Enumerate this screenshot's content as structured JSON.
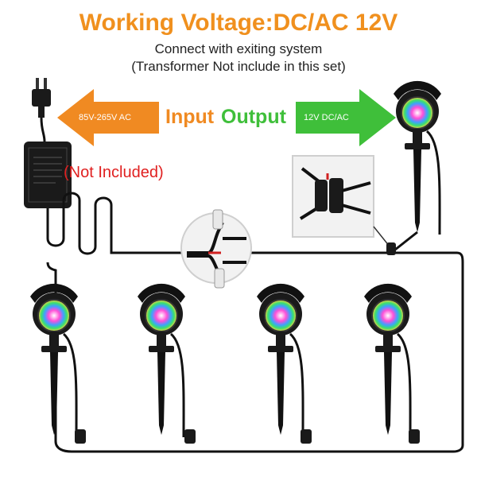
{
  "header": {
    "title": "Working Voltage:DC/AC 12V",
    "subtitle_line1": "Connect with exiting system",
    "subtitle_line2": "(Transformer Not include in this set)"
  },
  "input": {
    "arrow_text": "85V-265V AC",
    "label": "Input"
  },
  "output": {
    "arrow_text": "12V DC/AC",
    "label": "Output"
  },
  "transformer": {
    "note": "(Not Included)"
  },
  "colors": {
    "title": "#f0901e",
    "input": "#f08a22",
    "output": "#3fbf3a",
    "note": "#e02020",
    "cable": "#111111",
    "light_body": "#1a1a1a"
  },
  "icons": {
    "plug": "power-plug-icon",
    "transformer": "transformer-box-icon",
    "light": "rgb-spotlight-icon",
    "connector": "waterproof-connector-icon"
  }
}
